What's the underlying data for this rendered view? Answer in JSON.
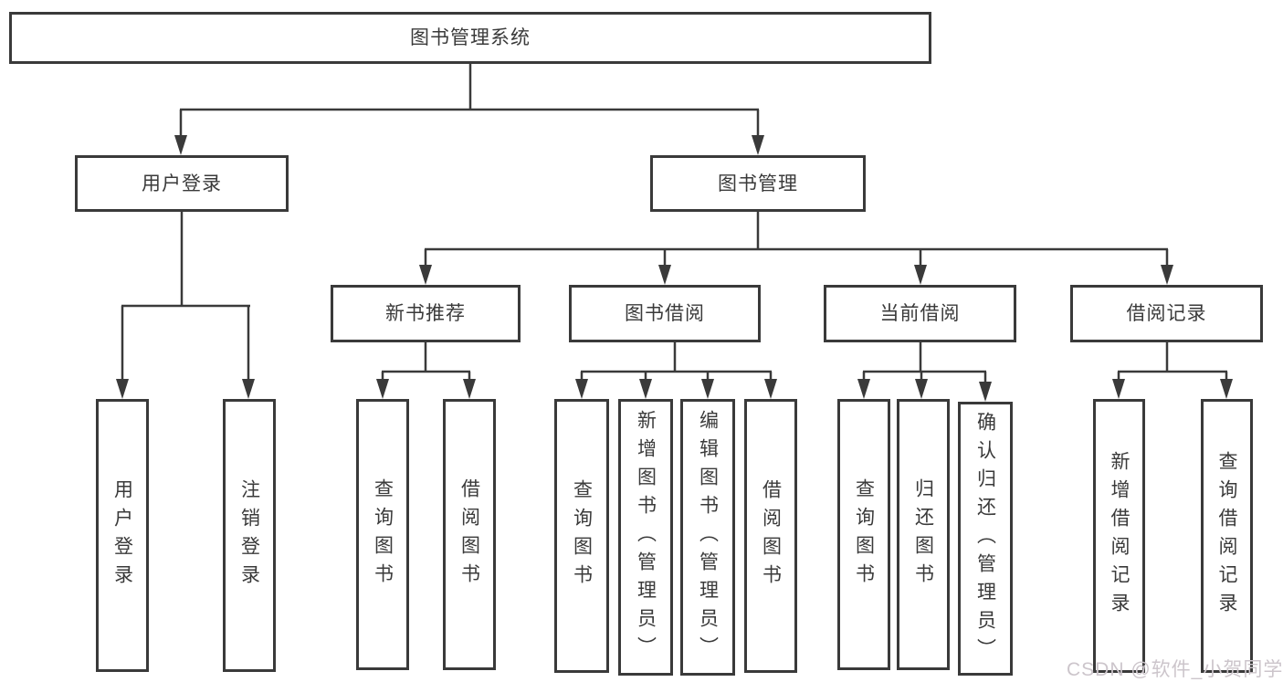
{
  "colors": {
    "line": "#3a3a3a",
    "text": "#3a3a3a",
    "watermark": "#ccc5cb",
    "background": "#ffffff"
  },
  "watermark": {
    "text": "CSDN @软件_小贺同学"
  },
  "tree": {
    "root": {
      "label": "图书管理系统"
    },
    "branches": [
      {
        "label": "用户登录",
        "children": [
          {
            "label": "用户登录"
          },
          {
            "label": "注销登录"
          }
        ]
      },
      {
        "label": "图书管理",
        "children": [
          {
            "label": "新书推荐",
            "children": [
              {
                "label": "查询图书"
              },
              {
                "label": "借阅图书"
              }
            ]
          },
          {
            "label": "图书借阅",
            "children": [
              {
                "label": "查询图书"
              },
              {
                "label": "新增图书（管理员）"
              },
              {
                "label": "编辑图书（管理员）"
              },
              {
                "label": "借阅图书"
              }
            ]
          },
          {
            "label": "当前借阅",
            "children": [
              {
                "label": "查询图书"
              },
              {
                "label": "归还图书"
              },
              {
                "label": "确认归还（管理员）"
              }
            ]
          },
          {
            "label": "借阅记录",
            "children": [
              {
                "label": "新增借阅记录"
              },
              {
                "label": "查询借阅记录"
              }
            ]
          }
        ]
      }
    ]
  }
}
